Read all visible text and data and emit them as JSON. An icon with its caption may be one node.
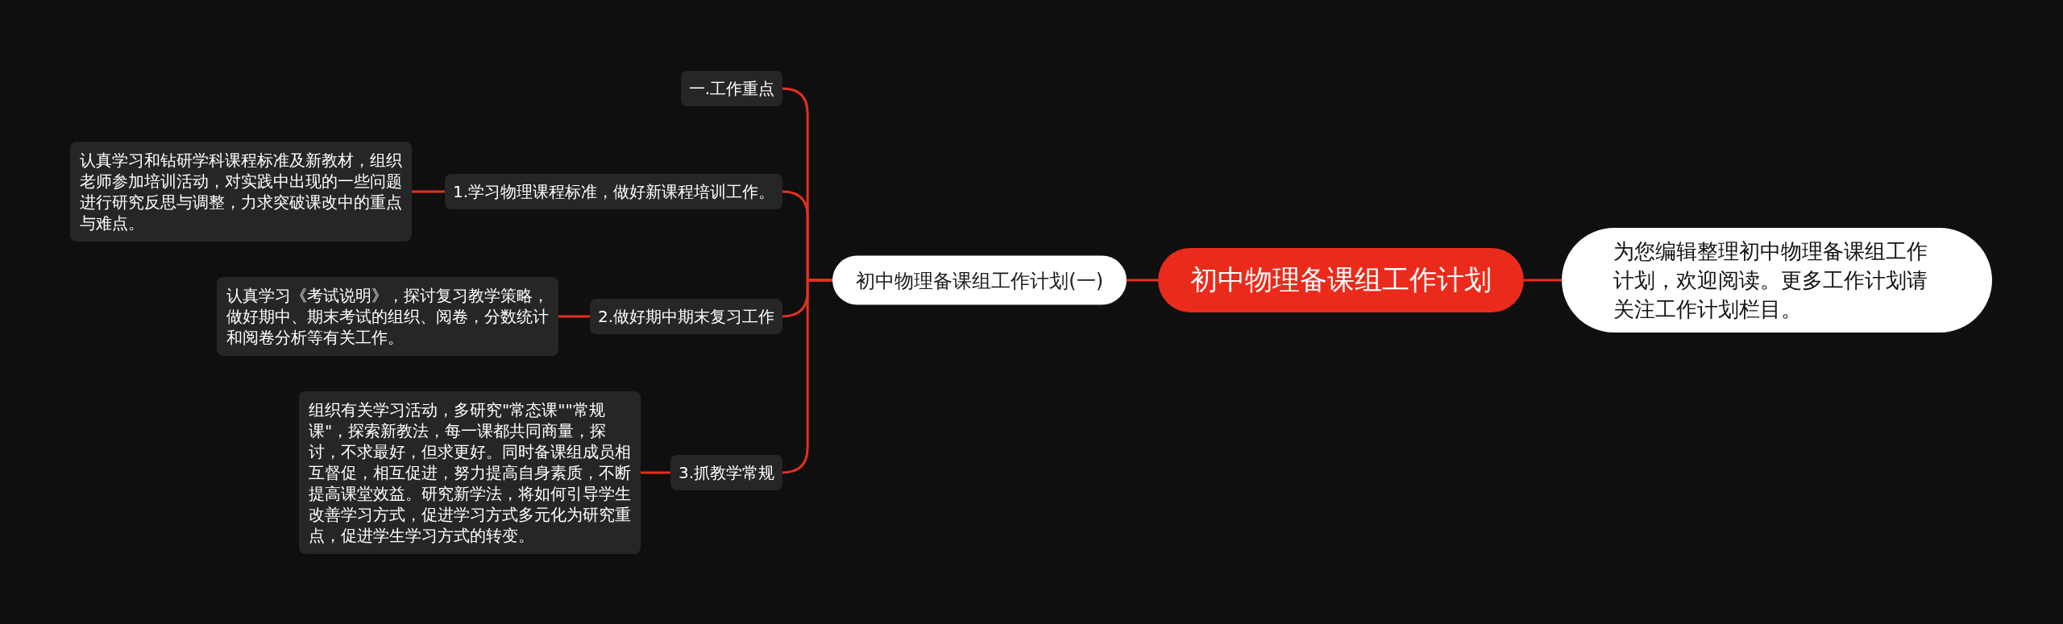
{
  "diagram": {
    "nodes": [
      {
        "text": [
          "初中物理备课组工作计划"
        ]
      },
      {
        "text": [
          "初中物理备课组工作计划(一)"
        ]
      },
      {
        "text": [
          "一.工作重点"
        ]
      },
      {
        "text": [
          "1.学习物理课程标准，做好新课程培训工作。"
        ]
      },
      {
        "text": [
          "认真学习和钻研学科课程标准及新教材，组织老师参加培训活动，对实践中出现的一些问题进行研究反思与调整，力求突破课改中的重点与难点。"
        ]
      },
      {
        "text": [
          "2.做好期中期末复习工作"
        ]
      },
      {
        "text": [
          "认真学习《考试说明》，探讨复习教学策略，做好期中、期末考试的组织、阅卷，分数统计和阅卷分析等有关工作。"
        ]
      },
      {
        "text": [
          "3.抓教学常规"
        ]
      },
      {
        "text": [
          "组织有关学习活动，多研究\"常态课\"\"常规课\"，探索新教法，每一课都共同商量，探讨，不求最好，但求更好。同时备课组成员相互督促，相互促进，努力提高自身素质，不断提高课堂效益。研究新学法，将如何引导学生改善学习方式，促进学习方式多元化为研究重点，促进学生学习方式的转变。"
        ]
      },
      {
        "text": [
          "为您编辑整理初中物理备课组工作计划，欢迎阅读。更多工作计划请关注工作计划栏目。"
        ]
      }
    ],
    "edges": [
      {
        "from": 0,
        "to": 1,
        "arrow": "none"
      },
      {
        "from": 0,
        "to": 9,
        "arrow": "none"
      },
      {
        "from": 1,
        "to": 2,
        "arrow": "none"
      },
      {
        "from": 1,
        "to": 3,
        "arrow": "none"
      },
      {
        "from": 1,
        "to": 5,
        "arrow": "none"
      },
      {
        "from": 1,
        "to": 7,
        "arrow": "none"
      },
      {
        "from": 3,
        "to": 4,
        "arrow": "none"
      },
      {
        "from": 5,
        "to": 6,
        "arrow": "none"
      },
      {
        "from": 7,
        "to": 8,
        "arrow": "none"
      }
    ]
  }
}
